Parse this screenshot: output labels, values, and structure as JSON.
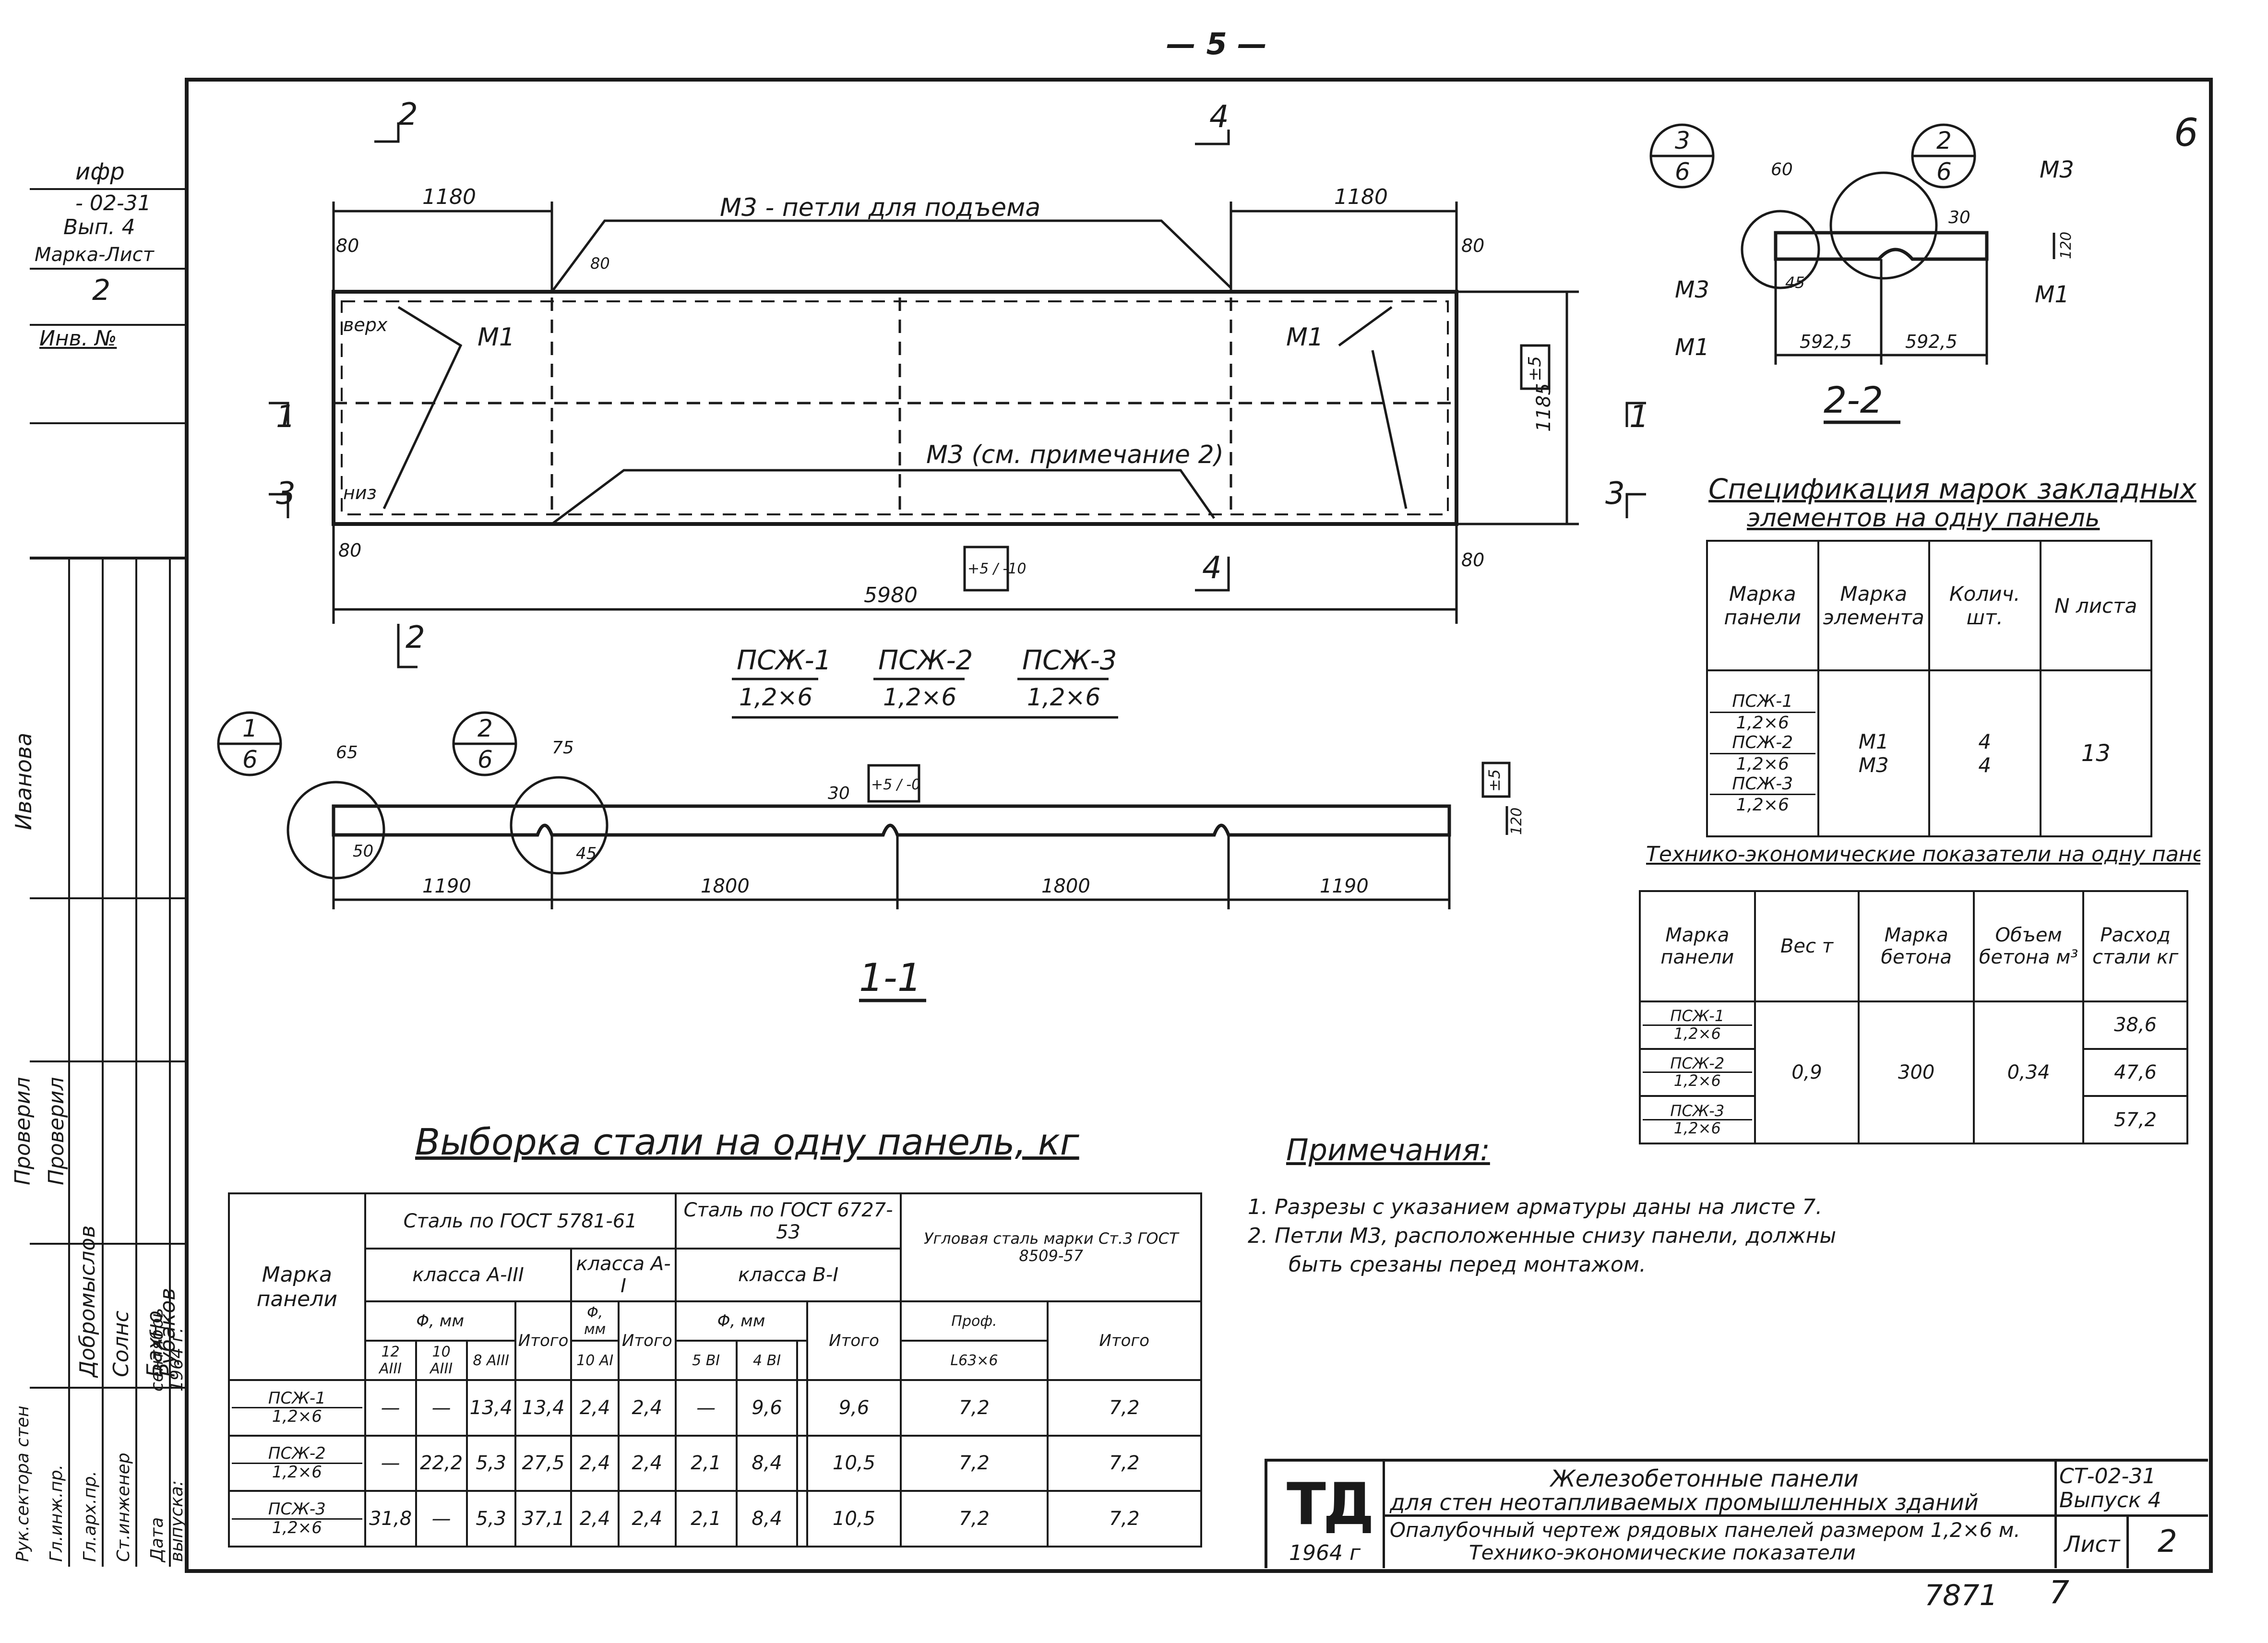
{
  "page_number": "— 5 —",
  "sheet_corner_number": "6",
  "archive_number": "7871",
  "archive_number_2": "7",
  "side_stamp": {
    "code_line1": "ифр",
    "code_line2": "- 02-31",
    "issue": "Вып. 4",
    "mark_sheet_label": "Марка-Лист",
    "mark_sheet_value": "2",
    "inv_label": "Инв. №",
    "positions": [
      "Рук.сектора стен",
      "Гл.инж.пр.",
      "Гл.арх.пр.",
      "Ст.инженер",
      "Дата выпуска:"
    ],
    "names": [
      "Иванова",
      "Проверил",
      "Проверил",
      "Добромыслов",
      "Солнс",
      "Бахно",
      "Рубаков"
    ],
    "date": "сентябрь 1964 г."
  },
  "plan": {
    "dim_top_left": "1180",
    "dim_top_right": "1180",
    "loop_note": "М3 - петли для подъема",
    "m3_note": "М3 (см. примечание 2)",
    "label_m1": "М1",
    "label_top": "верх",
    "label_bottom": "низ",
    "dim_80": "80",
    "dim_length": "5980",
    "tol_length": "+5 / -10",
    "dim_height": "1185",
    "tol_height": "±5",
    "section_2": "2",
    "section_4": "4",
    "section_1": "1",
    "section_3": "3",
    "dim_40": "80"
  },
  "panel_marks": {
    "mark1": "ПСЖ-1",
    "mark2": "ПСЖ-2",
    "mark3": "ПСЖ-3",
    "size": "1,2×6"
  },
  "section_11": {
    "title": "1-1",
    "circle1_top": "1",
    "circle1_bottom": "6",
    "circle2_top": "2",
    "circle2_bottom": "6",
    "dim_65": "65",
    "dim_75": "75",
    "dim_50": "50",
    "dim_45": "45",
    "dim_30": "30",
    "tol_thick": "+5 / -0",
    "tol_right": "±5",
    "dim_120": "120",
    "dims": [
      "1190",
      "1800",
      "1800",
      "1190"
    ]
  },
  "section_22": {
    "title": "2-2",
    "circle1_top": "3",
    "circle1_bottom": "6",
    "circle2_top": "2",
    "circle2_bottom": "6",
    "m3": "М3",
    "m1": "М1",
    "dim_60": "60",
    "dim_30": "30",
    "dim_45": "45",
    "dim_120": "120",
    "dim_a": "592,5",
    "dim_b": "592,5"
  },
  "spec_table": {
    "title_line1": "Спецификация марок закладных",
    "title_line2": "элементов на одну панель",
    "headers": [
      "Марка панели",
      "Марка элемента",
      "Колич. шт.",
      "N листа"
    ],
    "panels": [
      "ПСЖ-1",
      "1,2×6",
      "ПСЖ-2",
      "1,2×6",
      "ПСЖ-3",
      "1,2×6"
    ],
    "elements": [
      "М1",
      "М3"
    ],
    "counts": [
      "4",
      "4"
    ],
    "sheet": "13"
  },
  "tech_table": {
    "title": "Технико-экономические показатели на одну панель",
    "headers": [
      "Марка панели",
      "Вес т",
      "Марка бетона",
      "Объем бетона м³",
      "Расход стали кг"
    ],
    "panels": [
      [
        "ПСЖ-1",
        "1,2×6"
      ],
      [
        "ПСЖ-2",
        "1,2×6"
      ],
      [
        "ПСЖ-3",
        "1,2×6"
      ]
    ],
    "weight": "0,9",
    "concrete": "300",
    "volume": "0,34",
    "steel": [
      "38,6",
      "47,6",
      "57,2"
    ]
  },
  "steel_table": {
    "title": "Выборка стали на одну панель, кг",
    "h_mark": "Марка панели",
    "h_g1": "Сталь по ГОСТ 5781-61",
    "h_g2": "Сталь по ГОСТ 6727-53",
    "h_g3": "Угловая сталь марки Ст.3 ГОСТ 8509-57",
    "h_c1": "класса А-III",
    "h_c2": "класса А-I",
    "h_c3": "класса В-I",
    "h_phi": "Φ, мм",
    "h_total": "Итого",
    "h_prof": "Проф.",
    "sub": [
      "12 АIII",
      "10 АIII",
      "8 АIII",
      "10 АI",
      "5 ВI",
      "4 ВI",
      "L63×6"
    ],
    "rows": [
      {
        "m1": "ПСЖ-1",
        "m2": "1,2×6",
        "v": [
          "—",
          "—",
          "13,4",
          "13,4",
          "2,4",
          "2,4",
          "—",
          "9,6",
          "",
          "9,6",
          "7,2",
          "7,2"
        ]
      },
      {
        "m1": "ПСЖ-2",
        "m2": "1,2×6",
        "v": [
          "—",
          "22,2",
          "5,3",
          "27,5",
          "2,4",
          "2,4",
          "2,1",
          "8,4",
          "",
          "10,5",
          "7,2",
          "7,2"
        ]
      },
      {
        "m1": "ПСЖ-3",
        "m2": "1,2×6",
        "v": [
          "31,8",
          "—",
          "5,3",
          "37,1",
          "2,4",
          "2,4",
          "2,1",
          "8,4",
          "",
          "10,5",
          "7,2",
          "7,2"
        ]
      }
    ]
  },
  "notes": {
    "title": "Примечания:",
    "items": [
      "1. Разрезы с указанием арматуры даны на листе 7.",
      "2. Петли М3, расположенные снизу панели, должны",
      "быть срезаны перед монтажом."
    ]
  },
  "title_block": {
    "logo": "ТД",
    "year": "1964 г",
    "title_line1": "Железобетонные панели",
    "title_line2": "для стен неотапливаемых промышленных зданий",
    "sheet_line1": "Опалубочный чертеж рядовых панелей размером 1,2×6 м.",
    "sheet_line2": "Технико-экономические показатели",
    "series": "СТ-02-31",
    "issue": "Выпуск 4",
    "sheet_label": "Лист",
    "sheet_num": "2"
  }
}
